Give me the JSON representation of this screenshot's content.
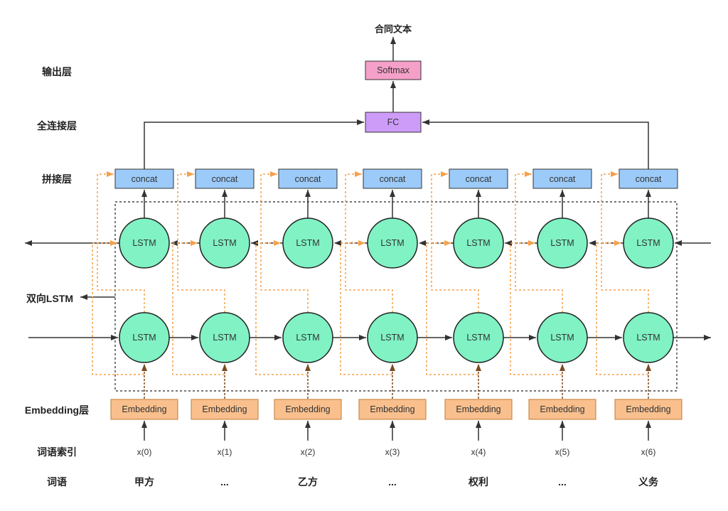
{
  "output_text": "合同文本",
  "layer_labels": {
    "output": "输出层",
    "fully_connected": "全连接层",
    "concat": "拼接层",
    "bilstm": "双向LSTM",
    "embedding": "Embedding层",
    "word_index": "词语索引",
    "word": "词语"
  },
  "nodes": {
    "softmax": "Softmax",
    "fc": "FC",
    "concat": "concat",
    "lstm": "LSTM",
    "embedding": "Embedding"
  },
  "columns": [
    {
      "index": "x(0)",
      "word": "甲方"
    },
    {
      "index": "x(1)",
      "word": "..."
    },
    {
      "index": "x(2)",
      "word": "乙方"
    },
    {
      "index": "x(3)",
      "word": "..."
    },
    {
      "index": "x(4)",
      "word": "权利"
    },
    {
      "index": "x(5)",
      "word": "..."
    },
    {
      "index": "x(6)",
      "word": "义务"
    }
  ],
  "colors": {
    "softmax": "#f5a0c8",
    "fc": "#cc9cf8",
    "concat": "#9ccbf9",
    "lstm": "#80f2c4",
    "embedding": "#f9c08e",
    "link_orange": "#f5a04a"
  }
}
